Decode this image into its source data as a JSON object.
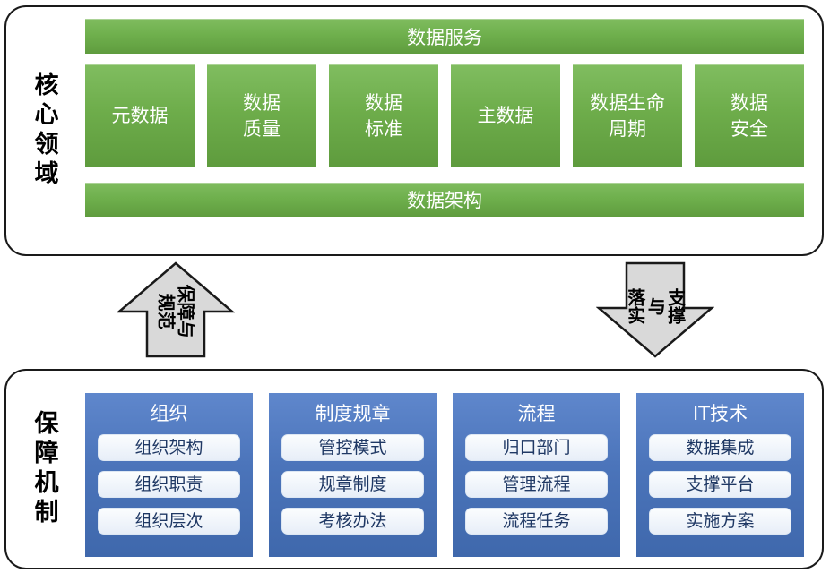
{
  "core": {
    "label": "核心领域",
    "service_bar": "数据服务",
    "boxes": [
      "元数据",
      "数据\n质量",
      "数据\n标准",
      "主数据",
      "数据生命\n周期",
      "数据\n安全"
    ],
    "architecture_bar": "数据架构"
  },
  "arrows": {
    "up_label": "保障与\n规范",
    "down_label": "支撑与\n落实"
  },
  "mechanism": {
    "label": "保障机制",
    "columns": [
      {
        "title": "组织",
        "items": [
          "组织架构",
          "组织职责",
          "组织层次"
        ]
      },
      {
        "title": "制度规章",
        "items": [
          "管控模式",
          "规章制度",
          "考核办法"
        ]
      },
      {
        "title": "流程",
        "items": [
          "归口部门",
          "管理流程",
          "流程任务"
        ]
      },
      {
        "title": "IT技术",
        "items": [
          "数据集成",
          "支撑平台",
          "实施方案"
        ]
      }
    ]
  },
  "colors": {
    "green_top": "#7fbc5f",
    "green_bottom": "#5f9c3e",
    "blue_top": "#5f87cc",
    "blue_bottom": "#3f68ac",
    "item_bg": "#eef3fb",
    "item_text": "#1f3864",
    "arrow_fill": "#d9d9d9",
    "panel_border": "#1a1a1a",
    "white_text": "#ffffff"
  }
}
